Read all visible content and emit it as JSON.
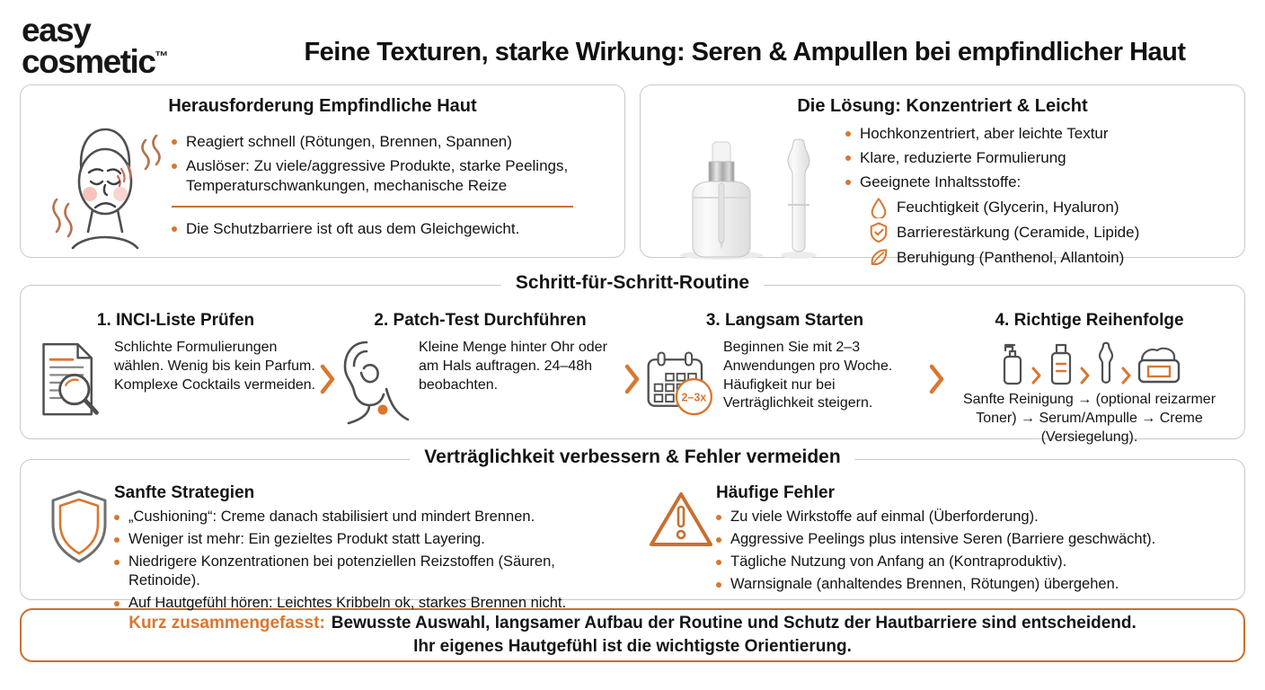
{
  "colors": {
    "accent": "#d9772f",
    "summary_border": "#c96f30",
    "card_border": "#c9c9c9",
    "icon_gray": "#4f4f4f",
    "text": "#141414"
  },
  "brand": {
    "line1": "easy",
    "line2": "cosmetic",
    "tm": "™"
  },
  "title": "Feine Texturen, starke Wirkung: Seren & Ampullen bei empfindlicher Haut",
  "challenge_card": {
    "title": "Herausforderung Empfindliche Haut",
    "icon": "irritated-face-icon",
    "bullets": [
      "Reagiert schnell (Rötungen, Brennen, Spannen)",
      "Auslöser: Zu viele/aggressive Produkte, starke Peelings, Temperaturschwankungen, mechanische Reize"
    ],
    "highlight": "Die Schutzbarriere ist oft aus dem Gleichgewicht."
  },
  "solution_card": {
    "title": "Die Lösung: Konzentriert & Leicht",
    "image": "serum-bottle-and-ampoule",
    "bullets": [
      "Hochkonzentriert, aber leichte Textur",
      "Klare, reduzierte Formulierung",
      "Geeignete Inhaltsstoffe:"
    ],
    "ingredients": [
      {
        "icon": "droplet-icon",
        "label": "Feuchtigkeit (Glycerin, Hyaluron)"
      },
      {
        "icon": "shield-check-icon",
        "label": "Barrierestärkung (Ceramide, Lipide)"
      },
      {
        "icon": "leaf-icon",
        "label": "Beruhigung (Panthenol, Allantoin)"
      }
    ]
  },
  "routine": {
    "title": "Schritt-für-Schritt-Routine",
    "steps": [
      {
        "heading": "1. INCI-Liste Prüfen",
        "icon": "document-magnifier-icon",
        "text": "Schlichte Formulierungen wählen. Wenig bis kein Parfum. Komplexe Cocktails vermeiden."
      },
      {
        "heading": "2. Patch-Test Durchführen",
        "icon": "ear-icon",
        "text": "Kleine Menge hinter Ohr oder am Hals auftragen. 24–48h beobachten."
      },
      {
        "heading": "3. Langsam Starten",
        "icon": "calendar-icon",
        "badge": "2–3x",
        "text": "Beginnen Sie mit 2–3 Anwendungen pro Woche. Häufigkeit nur bei Verträglichkeit steigern."
      },
      {
        "heading": "4. Richtige Reihenfolge",
        "icon": "product-sequence-icons",
        "text": "Sanfte Reinigung → (optional reizarmer Toner) → Serum/Ampulle → Creme (Versiegelung)."
      }
    ]
  },
  "tolerance": {
    "title": "Verträglichkeit verbessern & Fehler vermeiden",
    "strategies": {
      "heading": "Sanfte Strategien",
      "icon": "shield-icon",
      "bullets": [
        "„Cushioning“: Creme danach stabilisiert und mindert Brennen.",
        "Weniger ist mehr: Ein gezieltes Produkt statt Layering.",
        "Niedrigere Konzentrationen bei potenziellen Reizstoffen (Säuren, Retinoide).",
        "Auf Hautgefühl hören: Leichtes Kribbeln ok, starkes Brennen nicht."
      ]
    },
    "mistakes": {
      "heading": "Häufige Fehler",
      "icon": "warning-triangle-icon",
      "bullets": [
        "Zu viele Wirkstoffe auf einmal (Überforderung).",
        "Aggressive Peelings plus intensive Seren (Barriere geschwächt).",
        "Tägliche Nutzung von Anfang an (Kontraproduktiv).",
        "Warnsignale (anhaltendes Brennen, Rötungen) übergehen."
      ]
    }
  },
  "summary": {
    "label": "Kurz zusammengefasst:",
    "line1": "Bewusste Auswahl, langsamer Aufbau der Routine und Schutz der Hautbarriere sind entscheidend.",
    "line2": "Ihr eigenes Hautgefühl ist die wichtigste Orientierung."
  }
}
